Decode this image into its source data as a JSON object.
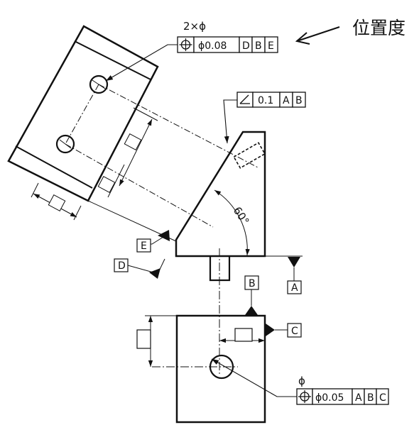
{
  "title": "位置度",
  "callouts": {
    "hole_count": "2×ϕ",
    "top_frame": [
      "ϕ0.08",
      "D",
      "B",
      "E"
    ],
    "angle_frame": [
      "0.1",
      "A",
      "B"
    ],
    "hole_label": "ϕ",
    "bottom_frame": [
      "ϕ0.05",
      "A",
      "B",
      "C"
    ]
  },
  "angle_label": "60°",
  "datums": [
    "A",
    "B",
    "C",
    "D",
    "E"
  ],
  "icons": [
    "position-symbol-icon",
    "angularity-symbol-icon",
    "arrow-left-icon"
  ]
}
